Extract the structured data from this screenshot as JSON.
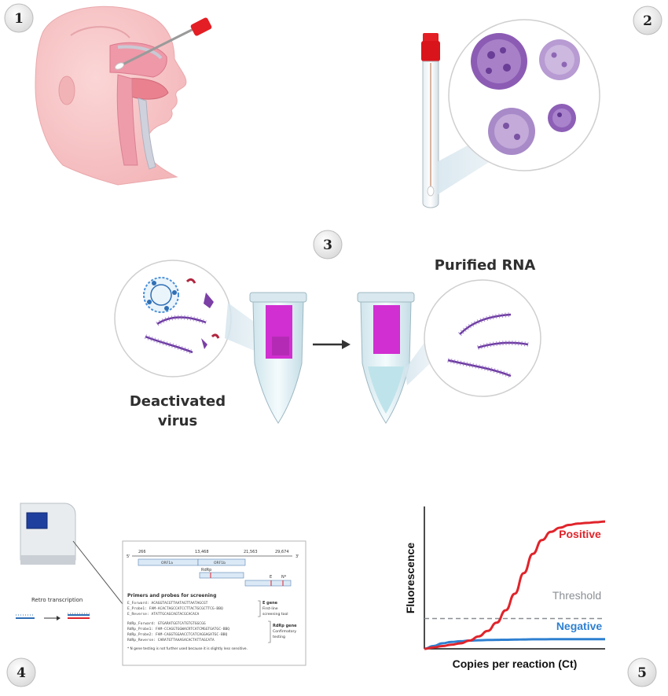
{
  "steps": {
    "s1": "1",
    "s2": "2",
    "s3": "3",
    "s4": "4",
    "s5": "5"
  },
  "panel3": {
    "left_label_line1": "Deactivated",
    "left_label_line2": "virus",
    "right_label": "Purified RNA"
  },
  "panel4": {
    "retro_label": "Retro transcription",
    "genome": {
      "pos1": "266",
      "pos2": "13,468",
      "pos3": "21,563",
      "pos4": "29,674",
      "end5": "5'",
      "end3": "3'",
      "orf1a": "ORF1a",
      "orf1b": "ORF1b",
      "rdrp": "RdRp",
      "e": "E",
      "n": "N*"
    },
    "primers_title": "Primers and probes for screening",
    "e_lines": [
      {
        "name": "E_Forward:",
        "seq": "ACAGGTACGTTAATAGTTAATAGCGT"
      },
      {
        "name": "E_Probe1:",
        "seq": "FAM-ACACTAGCCATCCTTACTGCGCTTCG-BBQ"
      },
      {
        "name": "E_Reverse:",
        "seq": "ATATTGCAGCAGTACGCACACA"
      }
    ],
    "e_gene_title": "E gene",
    "e_gene_line1": "First-line",
    "e_gene_line2": "screening tool",
    "r_lines": [
      {
        "name": "RdRp_Forward:",
        "seq": "GTGARATGGTCATGTGTGGCGG"
      },
      {
        "name": "RdRp_Probe1:",
        "seq": "FAM-CCAGGTGGWACRTCATCMGGTGATGC-BBQ"
      },
      {
        "name": "RdRp_Probe2:",
        "seq": "FAM-CAGGTGGAACCTCATCAGGAGATGC-BBQ"
      },
      {
        "name": "RdRp_Reverse:",
        "seq": "CARATGTTAAASACACTATTAGCATA"
      }
    ],
    "r_gene_title": "RdRp gene",
    "r_gene_line1": "Confirmatory",
    "r_gene_line2": "testing",
    "footnote": "* N gene testing is not further used because it is slightly less sensitive."
  },
  "chart_data": {
    "type": "line",
    "xlabel": "Copies per reaction (Ct)",
    "ylabel": "Fluorescence",
    "x": [
      0,
      5,
      10,
      15,
      20,
      25,
      30,
      35,
      40,
      45,
      50,
      55,
      60,
      65,
      70,
      75,
      80,
      85,
      90,
      95,
      100
    ],
    "ylim": [
      0,
      100
    ],
    "xlim": [
      0,
      100
    ],
    "series": [
      {
        "name": "Positive",
        "color": "#e0242b",
        "values": [
          0,
          1,
          2,
          3,
          4,
          6,
          9,
          13,
          19,
          28,
          40,
          55,
          69,
          79,
          85,
          88,
          90,
          91,
          91.5,
          92,
          92.5
        ]
      },
      {
        "name": "Negative",
        "color": "#2f80d1",
        "values": [
          0,
          2,
          4,
          5,
          5.5,
          6,
          6.2,
          6.4,
          6.5,
          6.6,
          6.7,
          6.8,
          6.9,
          6.9,
          7,
          7,
          7,
          7,
          7,
          7,
          7
        ]
      }
    ],
    "threshold": {
      "name": "Threshold",
      "value": 22,
      "color": "#8a8f93"
    },
    "grid": false
  }
}
